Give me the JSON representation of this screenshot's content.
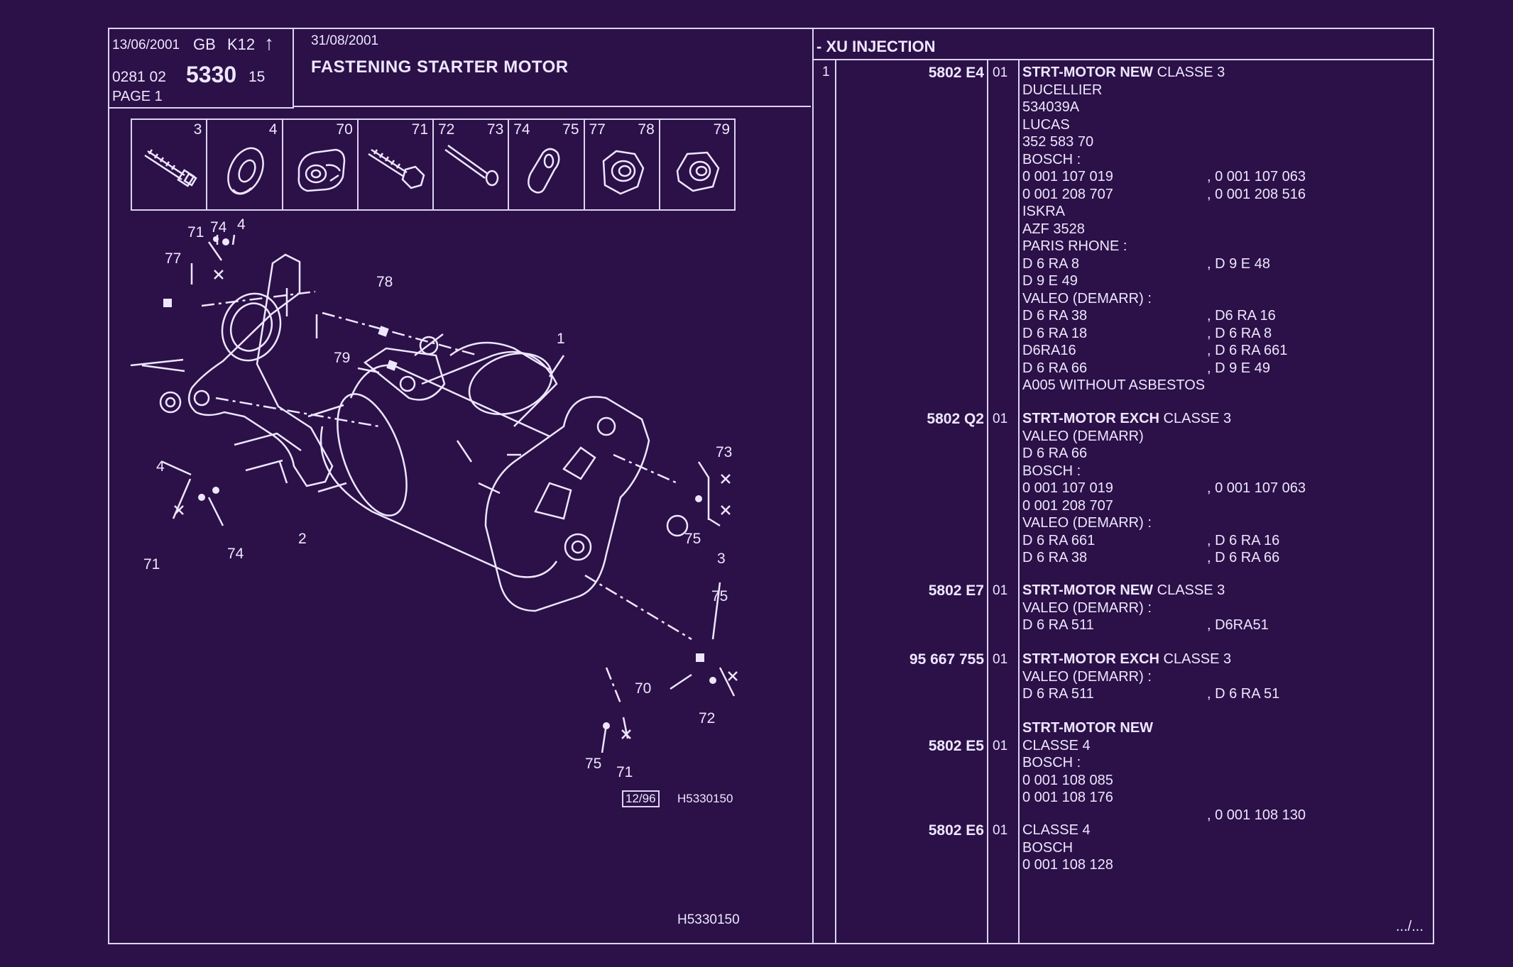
{
  "header": {
    "date": "13/06/2001",
    "lang": "GB",
    "model": "K12",
    "code_prefix": "0281  02",
    "code_main": "5330",
    "code_suffix": "15",
    "page": "PAGE 1",
    "date2": "31/08/2001",
    "title": "FASTENING STARTER MOTOR"
  },
  "section_title": "- XU INJECTION",
  "row_index": "1",
  "entries": [
    {
      "partno": "5802 E4",
      "qty": "01",
      "title": "STRT-MOTOR NEW",
      "subtitle": "CLASSE 3",
      "lines": [
        "DUCELLIER",
        "534039A",
        "LUCAS",
        "352   583  70",
        "BOSCH :",
        "0  001  107  019",
        "0  001  208  707",
        "ISKRA",
        "AZF  3528",
        "PARIS RHONE :",
        "D  6  RA  8",
        "D  9  E  49",
        "VALEO (DEMARR) :",
        "D  6  RA  38",
        "D  6  RA  18",
        "D6RA16",
        "D  6  RA  66",
        "A005 WITHOUT ASBESTOS"
      ],
      "col2": [
        "",
        "",
        "",
        "",
        "",
        ", 0  001  107  063",
        ", 0  001  208  516",
        "",
        "",
        "",
        ", D  9  E  48",
        "",
        "",
        ", D6  RA  16",
        ", D  6  RA  8",
        ", D  6  RA  661",
        ", D  9  E  49",
        ""
      ]
    },
    {
      "partno": "5802 Q2",
      "qty": "01",
      "title": "STRT-MOTOR EXCH",
      "subtitle": "CLASSE 3",
      "lines": [
        "VALEO (DEMARR)",
        "D  6  RA  66",
        "BOSCH :",
        "0  001  107  019",
        "0  001  208  707",
        "VALEO (DEMARR) :",
        "D  6  RA  661",
        "D  6  RA  38"
      ],
      "col2": [
        "",
        "",
        "",
        ", 0  001  107  063",
        "",
        "",
        ", D  6  RA  16",
        ", D  6  RA  66"
      ]
    },
    {
      "partno": "5802 E7",
      "qty": "01",
      "title": "STRT-MOTOR NEW",
      "subtitle": "CLASSE 3",
      "lines": [
        "VALEO (DEMARR) :",
        "D  6  RA  511"
      ],
      "col2": [
        "",
        ", D6RA51"
      ]
    },
    {
      "partno": "95 667 755",
      "qty": "01",
      "title": "STRT-MOTOR EXCH",
      "subtitle": "CLASSE 3",
      "lines": [
        "VALEO (DEMARR) :",
        "D  6  RA  511"
      ],
      "col2": [
        "",
        ", D  6  RA  51"
      ]
    },
    {
      "partno": "5802 E5",
      "qty": "01",
      "title": "STRT-MOTOR NEW",
      "subtitle": "",
      "lines": [
        "CLASSE 4",
        "BOSCH :",
        "0  001  108  085",
        "0  001  108  176"
      ],
      "col2": [
        "",
        "",
        ", 0  001  108  130",
        ""
      ]
    },
    {
      "partno": "5802 E6",
      "qty": "01",
      "title": "",
      "subtitle": "",
      "lines": [
        "CLASSE 4",
        "BOSCH",
        "0  001  108  128"
      ],
      "col2": [
        "",
        "",
        ""
      ]
    }
  ],
  "parts_strip": [
    "3",
    "4",
    "70",
    "71",
    "72",
    "73",
    "74",
    "75",
    "77",
    "78",
    "79"
  ],
  "callouts": [
    "71",
    "74",
    "4",
    "77",
    "78",
    "79",
    "1",
    "73",
    "4",
    "75",
    "3",
    "2",
    "71",
    "74",
    "75",
    "70",
    "72",
    "75",
    "71"
  ],
  "drawing_ref_box": "12/96",
  "drawing_ref": "H5330150",
  "footer_ref": "H5330150",
  "continued": ".../..."
}
